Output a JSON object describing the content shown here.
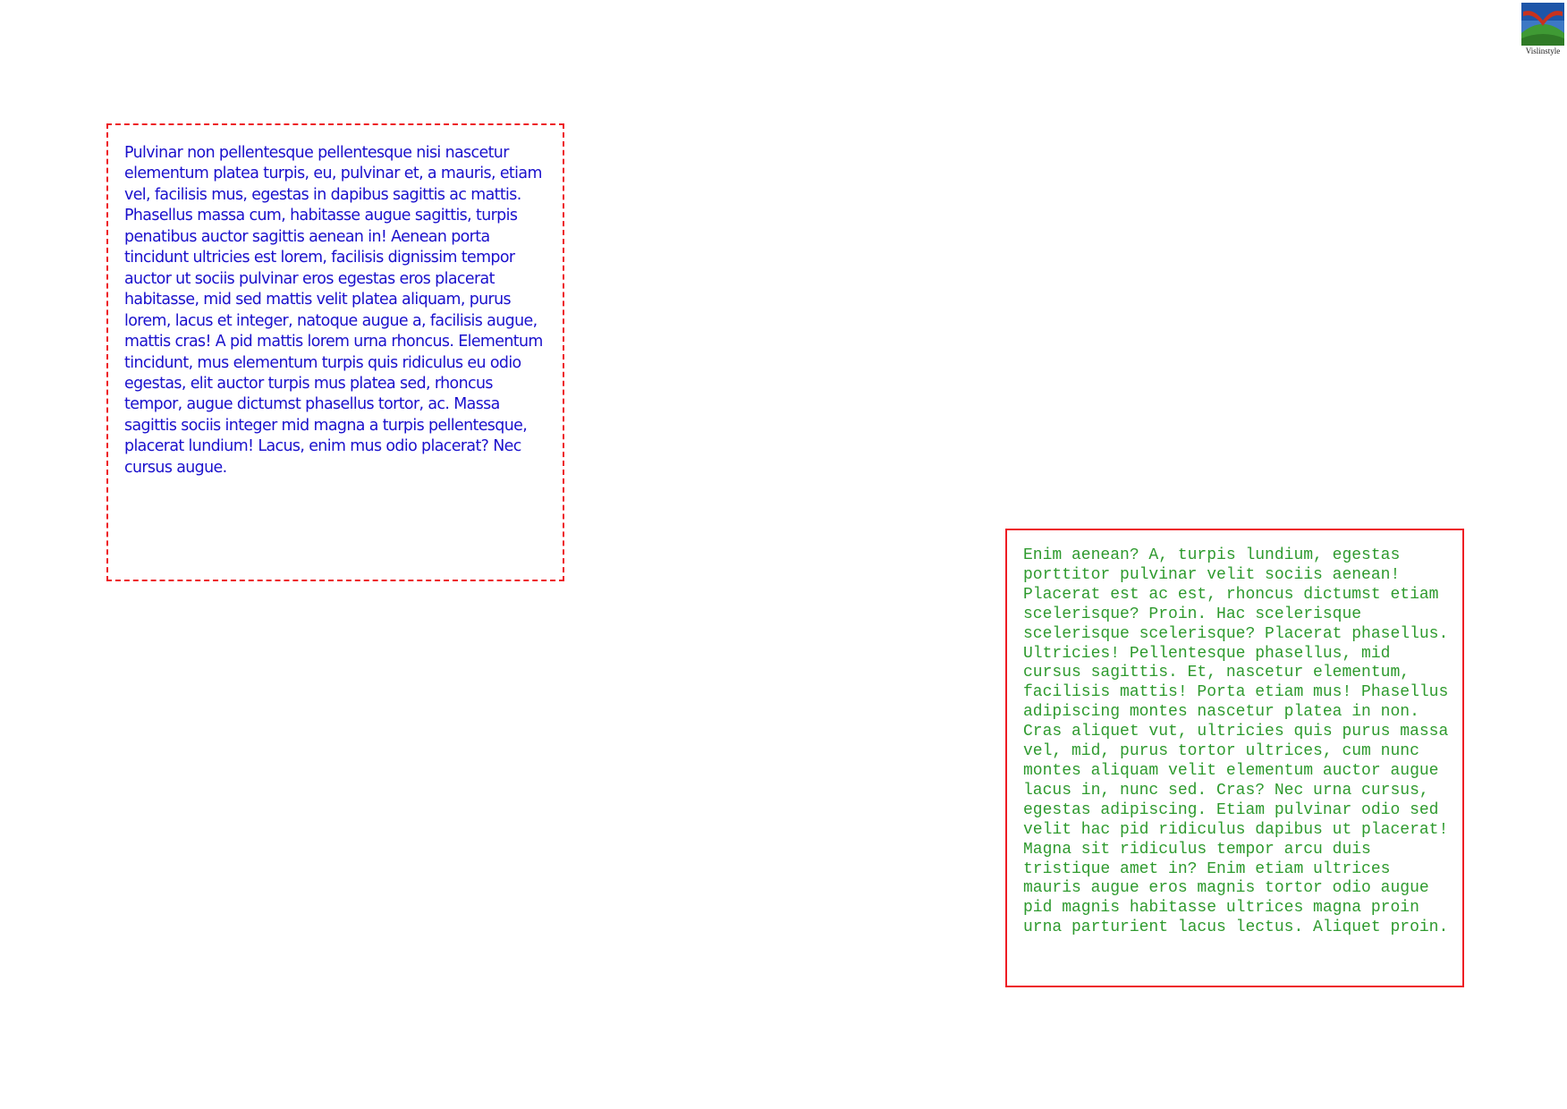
{
  "logo": {
    "text": "Vislinstyle"
  },
  "colors": {
    "border_red": "#ee1c24",
    "text_blue": "#1a10cc",
    "text_green": "#2e9a2e"
  },
  "left_box": {
    "text": "Pulvinar non pellentesque pellentesque nisi nascetur elementum platea turpis, eu, pulvinar et, a mauris, etiam vel, facilisis mus, egestas in dapibus sagittis ac mattis. Phasellus massa cum, habitasse augue sagittis, turpis penatibus auctor sagittis aenean in! Aenean porta tincidunt ultricies est lorem, facilisis dignissim tempor auctor ut sociis pulvinar eros egestas eros placerat habitasse, mid sed mattis velit platea aliquam, purus lorem, lacus et integer, natoque augue a, facilisis augue, mattis cras! A pid mattis lorem urna rhoncus. Elementum tincidunt, mus elementum turpis quis ridiculus eu odio egestas, elit auctor turpis mus platea sed, rhoncus tempor, augue dictumst phasellus tortor, ac. Massa sagittis sociis integer mid magna a turpis pellentesque, placerat lundium! Lacus, enim mus odio placerat? Nec cursus augue."
  },
  "right_box": {
    "text": "Enim aenean? A, turpis lundium, egestas porttitor pulvinar velit sociis aenean! Placerat est ac est, rhoncus dictumst etiam scelerisque? Proin. Hac scelerisque scelerisque scelerisque? Placerat phasellus. Ultricies! Pellentesque phasellus, mid cursus sagittis. Et, nascetur elementum, facilisis mattis! Porta etiam mus! Phasellus adipiscing montes nascetur platea in non. Cras aliquet vut, ultricies quis purus massa vel, mid, purus tortor ultrices, cum nunc montes aliquam velit elementum auctor augue lacus in, nunc sed. Cras? Nec urna cursus, egestas adipiscing. Etiam pulvinar odio sed velit hac pid ridiculus dapibus ut placerat! Magna sit ridiculus tempor arcu duis tristique amet in? Enim etiam ultrices mauris augue eros magnis tortor odio augue pid magnis habitasse ultrices magna proin urna parturient lacus lectus. Aliquet proin."
  }
}
